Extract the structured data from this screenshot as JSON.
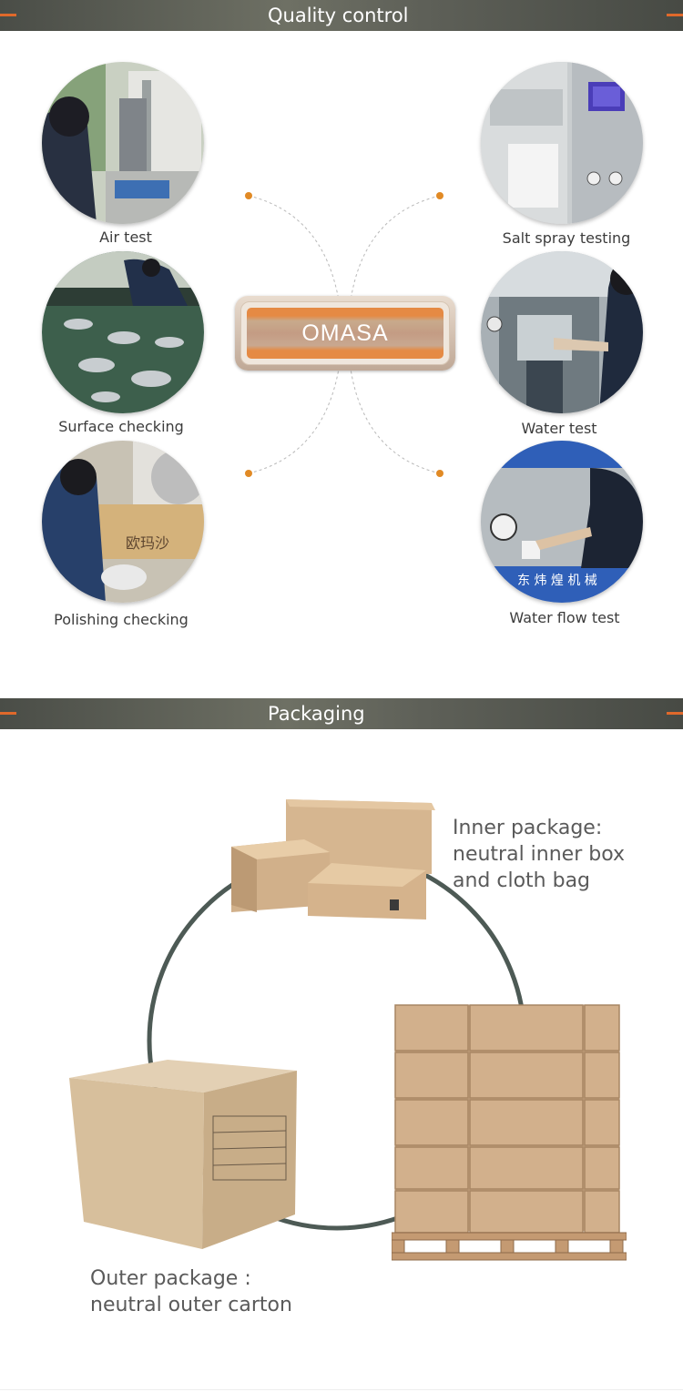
{
  "quality": {
    "title": "Quality control",
    "center_label": "OMASA",
    "items_left": [
      {
        "caption": "Air test",
        "icon": "air-test-photo"
      },
      {
        "caption": "Surface checking",
        "icon": "surface-checking-photo"
      },
      {
        "caption": "Polishing checking",
        "icon": "polishing-checking-photo"
      }
    ],
    "items_right": [
      {
        "caption": "Salt spray testing",
        "icon": "salt-spray-photo"
      },
      {
        "caption": "Water test",
        "icon": "water-test-photo"
      },
      {
        "caption": "Water flow test",
        "icon": "water-flow-photo"
      }
    ],
    "photo_text": {
      "box_stamp": "欧玛沙",
      "machine_sign": "东 炜 煌 机 械"
    }
  },
  "packaging": {
    "title": "Packaging",
    "inner_label": [
      "Inner package:",
      "neutral inner box",
      "and cloth bag"
    ],
    "outer_label": [
      "Outer package :",
      "neutral outer carton"
    ]
  },
  "colors": {
    "accent": "#e0692b",
    "dot": "#e18a25",
    "banner": "#5e6058",
    "ring": "#4d5a55"
  }
}
